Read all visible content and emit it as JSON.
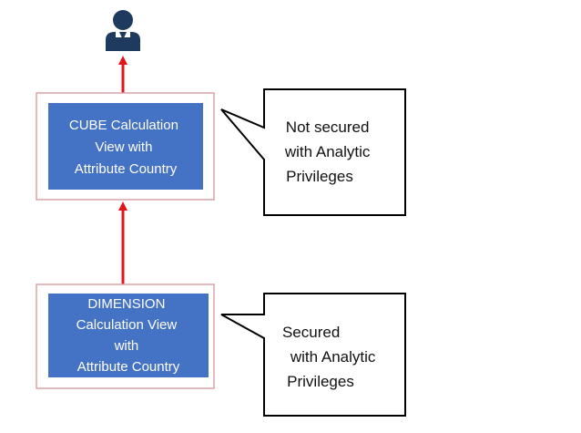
{
  "diagram": {
    "cube_view": {
      "lines": [
        "CUBE Calculation",
        "View with",
        "Attribute Country"
      ]
    },
    "dimension_view": {
      "lines": [
        "DIMENSION",
        "Calculation View",
        "with",
        "Attribute Country"
      ]
    },
    "callout_top": {
      "lines": [
        "Not secured",
        "with Analytic",
        "Privileges"
      ]
    },
    "callout_bottom": {
      "lines": [
        "Secured",
        "with Analytic",
        "Privileges"
      ]
    },
    "colors": {
      "node_fill": "#4472c4",
      "node_frame": "#d9a3a8",
      "arrow": "#e3151a",
      "user_icon": "#1f3a5f",
      "callout_border": "#000000"
    }
  }
}
